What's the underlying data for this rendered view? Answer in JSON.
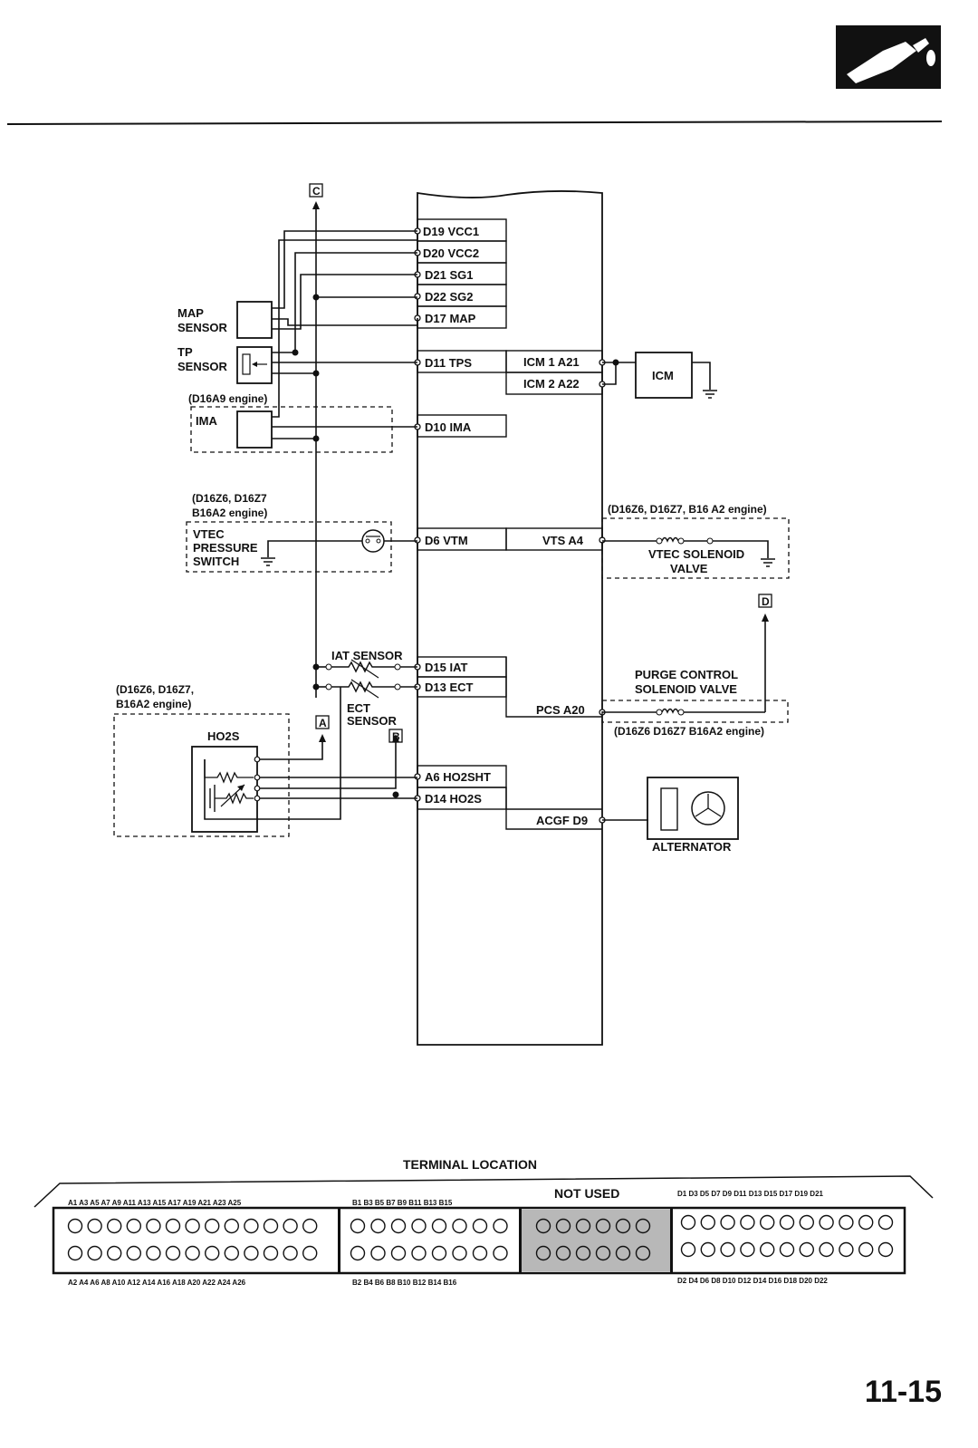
{
  "page_number": "11-15",
  "offpage_refs": {
    "C": "C",
    "D": "D",
    "A": "A",
    "B": "B"
  },
  "ecm_pins": {
    "d19": "D19 VCC1",
    "d20": "D20 VCC2",
    "d21": "D21 SG1",
    "d22": "D22 SG2",
    "d17": "D17 MAP",
    "d11": "D11 TPS",
    "d10": "D10 IMA",
    "d6": "D6 VTM",
    "d15": "D15 IAT",
    "d13": "D13 ECT",
    "a6": "A6 HO2SHT",
    "d14": "D14 HO2S"
  },
  "right_pins": {
    "a21": "ICM 1 A21",
    "a22": "ICM 2 A22",
    "a4": "VTS A4",
    "a20": "PCS A20",
    "d9": "ACGF D9"
  },
  "components": {
    "map1": "MAP",
    "map2": "SENSOR",
    "tp1": "TP",
    "tp2": "SENSOR",
    "ima_engine": "(D16A9 engine)",
    "ima": "IMA",
    "vtec_ps_engine1": "(D16Z6, D16Z7",
    "vtec_ps_engine2": "B16A2 engine)",
    "vtec_ps1": "VTEC",
    "vtec_ps2": "PRESSURE",
    "vtec_ps3": "SWITCH",
    "vtec_sol_engine": "(D16Z6, D16Z7, B16 A2 engine)",
    "vtec_sol1": "VTEC SOLENOID",
    "vtec_sol2": "VALVE",
    "icm": "ICM",
    "iat": "IAT SENSOR",
    "ect1": "ECT",
    "ect2": "SENSOR",
    "ho2s_engine1": "(D16Z6, D16Z7,",
    "ho2s_engine2": "B16A2 engine)",
    "ho2s": "HO2S",
    "purge1": "PURGE CONTROL",
    "purge2": "SOLENOID VALVE",
    "purge_engine": "(D16Z6  D16Z7  B16A2 engine)",
    "alternator": "ALTERNATOR"
  },
  "terminal": {
    "title": "TERMINAL LOCATION",
    "not_used": "NOT USED",
    "a_top": "A1  A3  A5  A7  A9  A11 A13 A15 A17 A19 A21 A23 A25",
    "a_bottom": "A2  A4  A6  A8  A10 A12 A14 A16 A18 A20 A22 A24 A26",
    "b_top": "B1  B3  B5  B7  B9  B11 B13 B15",
    "b_bottom": "B2  B4  B6  B8  B10 B12 B14 B16",
    "d_top": "D1  D3  D5  D7  D9  D11 D13 D15 D17 D19 D21",
    "d_bottom": "D2  D4  D6  D8  D10 D12 D14 D16 D18 D20 D22"
  }
}
